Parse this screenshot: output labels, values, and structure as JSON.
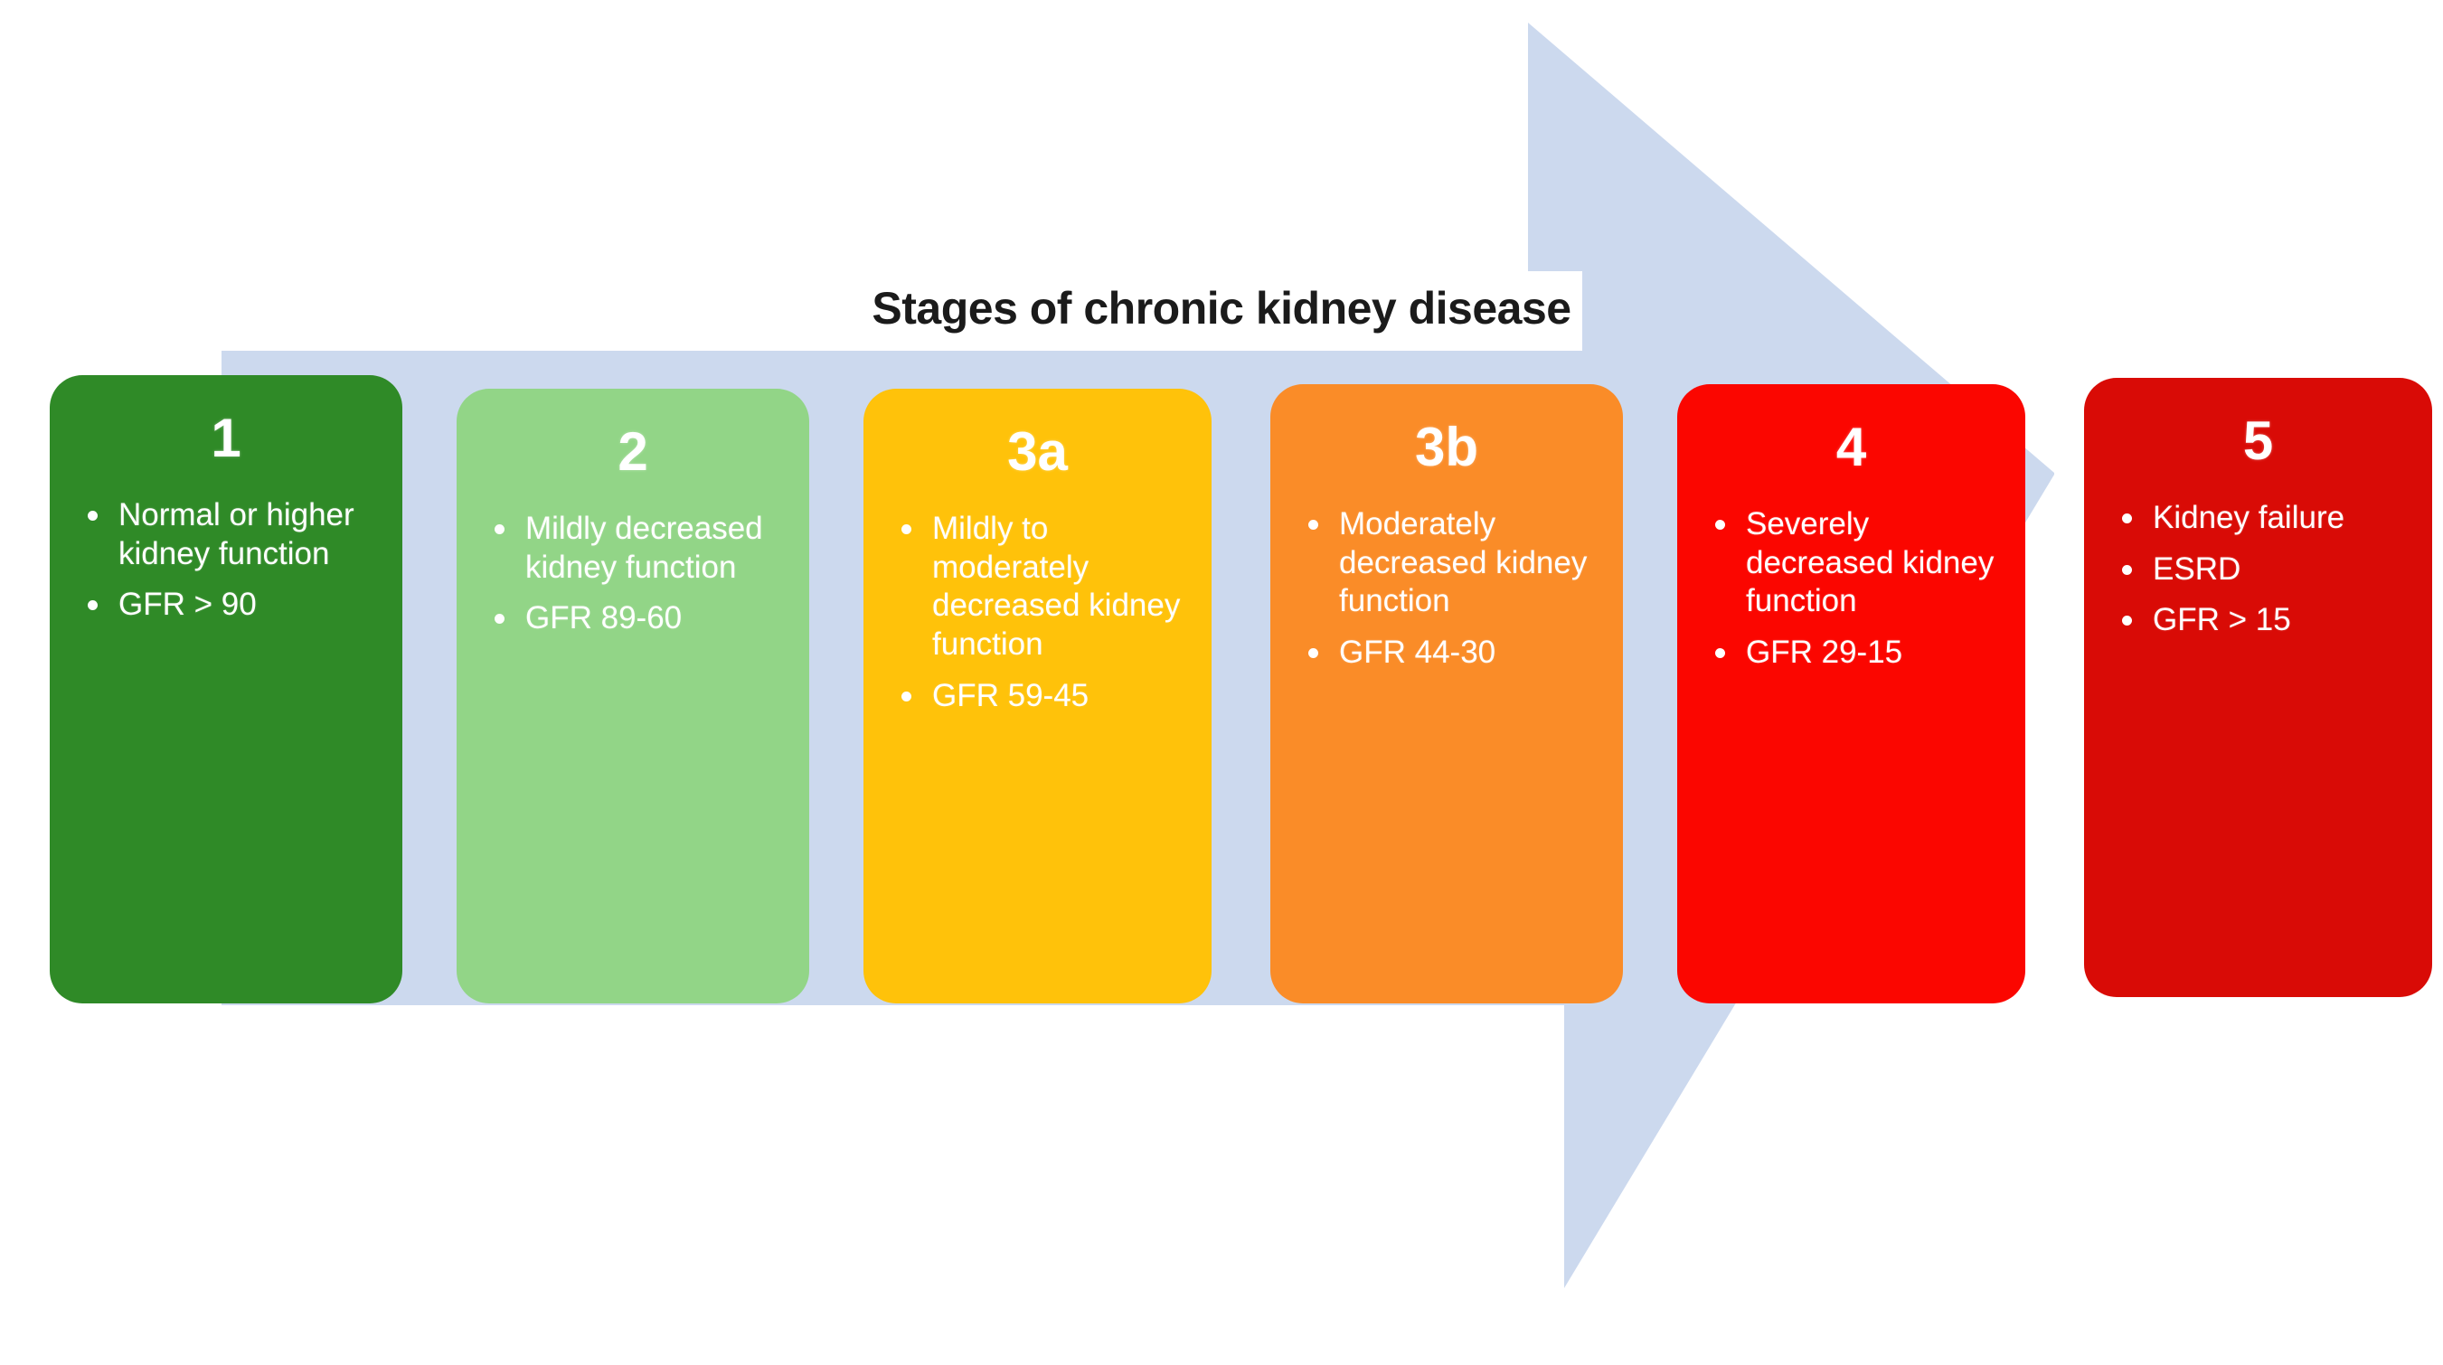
{
  "title": "Stages of chronic kidney disease",
  "colors": {
    "arrow": "#CCD9EE",
    "background": "#FFFFFF",
    "title_text": "#1B1B1B",
    "stage1": "#2F8A27",
    "stage2": "#92D587",
    "stage3a": "#FFC20A",
    "stage3b": "#FA8C28",
    "stage4": "#FB0600",
    "stage5": "#D90B06"
  },
  "arrow": {
    "name": "progression-arrow",
    "direction": "right"
  },
  "stages": [
    {
      "number": "1",
      "color": "#2F8A27",
      "bullets": [
        "Normal or higher kidney function",
        " GFR > 90"
      ]
    },
    {
      "number": "2",
      "color": "#92D587",
      "bullets": [
        " Mildly decreased kidney function",
        " GFR 89-60"
      ]
    },
    {
      "number": "3a",
      "color": "#FFC20A",
      "bullets": [
        "Mildly to moderately decreased kidney function",
        " GFR 59-45"
      ]
    },
    {
      "number": "3b",
      "color": "#FA8C28",
      "bullets": [
        "Moderately decreased kidney function",
        " GFR 44-30"
      ]
    },
    {
      "number": "4",
      "color": "#FB0600",
      "bullets": [
        "Severely decreased kidney function",
        " GFR 29-15"
      ]
    },
    {
      "number": "5",
      "color": "#D90B06",
      "bullets": [
        "Kidney failure",
        "ESRD",
        " GFR > 15"
      ]
    }
  ]
}
